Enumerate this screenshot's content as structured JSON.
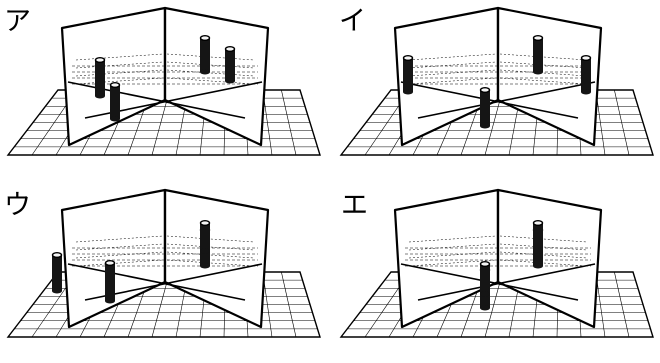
{
  "panels": [
    {
      "label": "ア",
      "posts": [
        {
          "name": "post-1",
          "x": -0.65,
          "d": 0.18,
          "h": 36
        },
        {
          "name": "post-2",
          "x": -0.5,
          "d": -0.05,
          "h": 34
        },
        {
          "name": "post-3",
          "x": 0.4,
          "d": 0.42,
          "h": 34
        },
        {
          "name": "post-4",
          "x": 0.65,
          "d": 0.33,
          "h": 32
        }
      ]
    },
    {
      "label": "イ",
      "posts": [
        {
          "name": "post-1",
          "x": -0.9,
          "d": 0.22,
          "h": 34
        },
        {
          "name": "post-2",
          "x": -0.13,
          "d": -0.12,
          "h": 36
        },
        {
          "name": "post-3",
          "x": 0.4,
          "d": 0.42,
          "h": 34
        },
        {
          "name": "post-4",
          "x": 0.88,
          "d": 0.22,
          "h": 34
        }
      ]
    },
    {
      "label": "ウ",
      "posts": [
        {
          "name": "post-1",
          "x": -1.08,
          "d": 0.05,
          "h": 36
        },
        {
          "name": "post-2",
          "x": -0.55,
          "d": -0.05,
          "h": 38
        },
        {
          "name": "post-3",
          "x": 0.4,
          "d": 0.3,
          "h": 36
        },
        {
          "name": "post-4",
          "x": 0.4,
          "d": 0.45,
          "h": 28
        }
      ]
    },
    {
      "label": "エ",
      "posts": [
        {
          "name": "post-1",
          "x": -0.13,
          "d": -0.12,
          "h": 38
        },
        {
          "name": "post-2",
          "x": -0.13,
          "d": 0.02,
          "h": 30
        },
        {
          "name": "post-3",
          "x": 0.4,
          "d": 0.3,
          "h": 36
        },
        {
          "name": "post-4",
          "x": 0.4,
          "d": 0.45,
          "h": 28
        }
      ]
    }
  ]
}
